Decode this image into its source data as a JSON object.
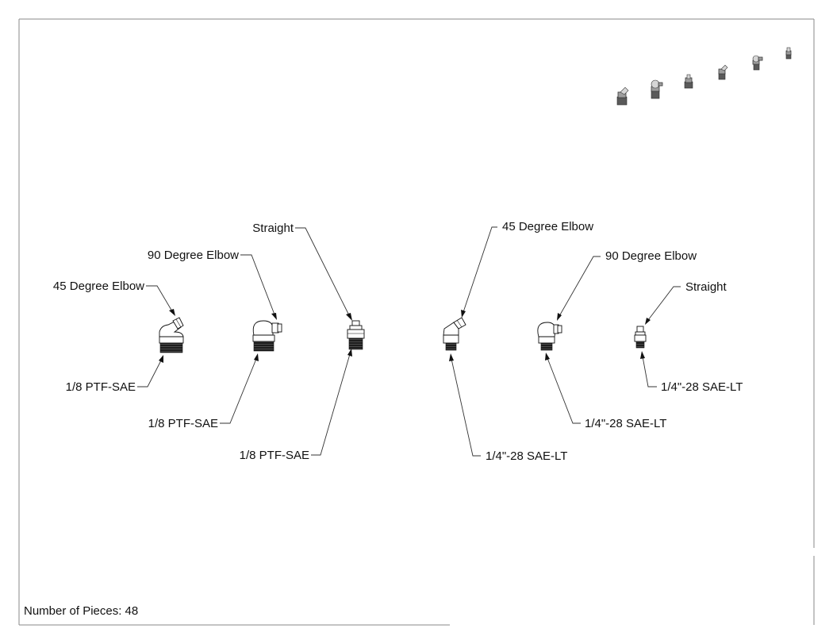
{
  "callouts": {
    "left_45_elbow": "45 Degree Elbow",
    "left_90_elbow": "90 Degree Elbow",
    "left_straight": "Straight",
    "right_45_elbow": "45 Degree Elbow",
    "right_90_elbow": "90 Degree Elbow",
    "right_straight": "Straight",
    "thread_left_1": "1/8 PTF-SAE",
    "thread_left_2": "1/8 PTF-SAE",
    "thread_left_3": "1/8 PTF-SAE",
    "thread_right_1": "1/4\"-28 SAE-LT",
    "thread_right_2": "1/4\"-28 SAE-LT",
    "thread_right_3": "1/4\"-28 SAE-LT"
  },
  "footer": {
    "pieces": "Number of Pieces: 48"
  },
  "colors": {
    "line": "#111111",
    "frame": "#8a8a8a",
    "shade": "#9d9d9d"
  }
}
